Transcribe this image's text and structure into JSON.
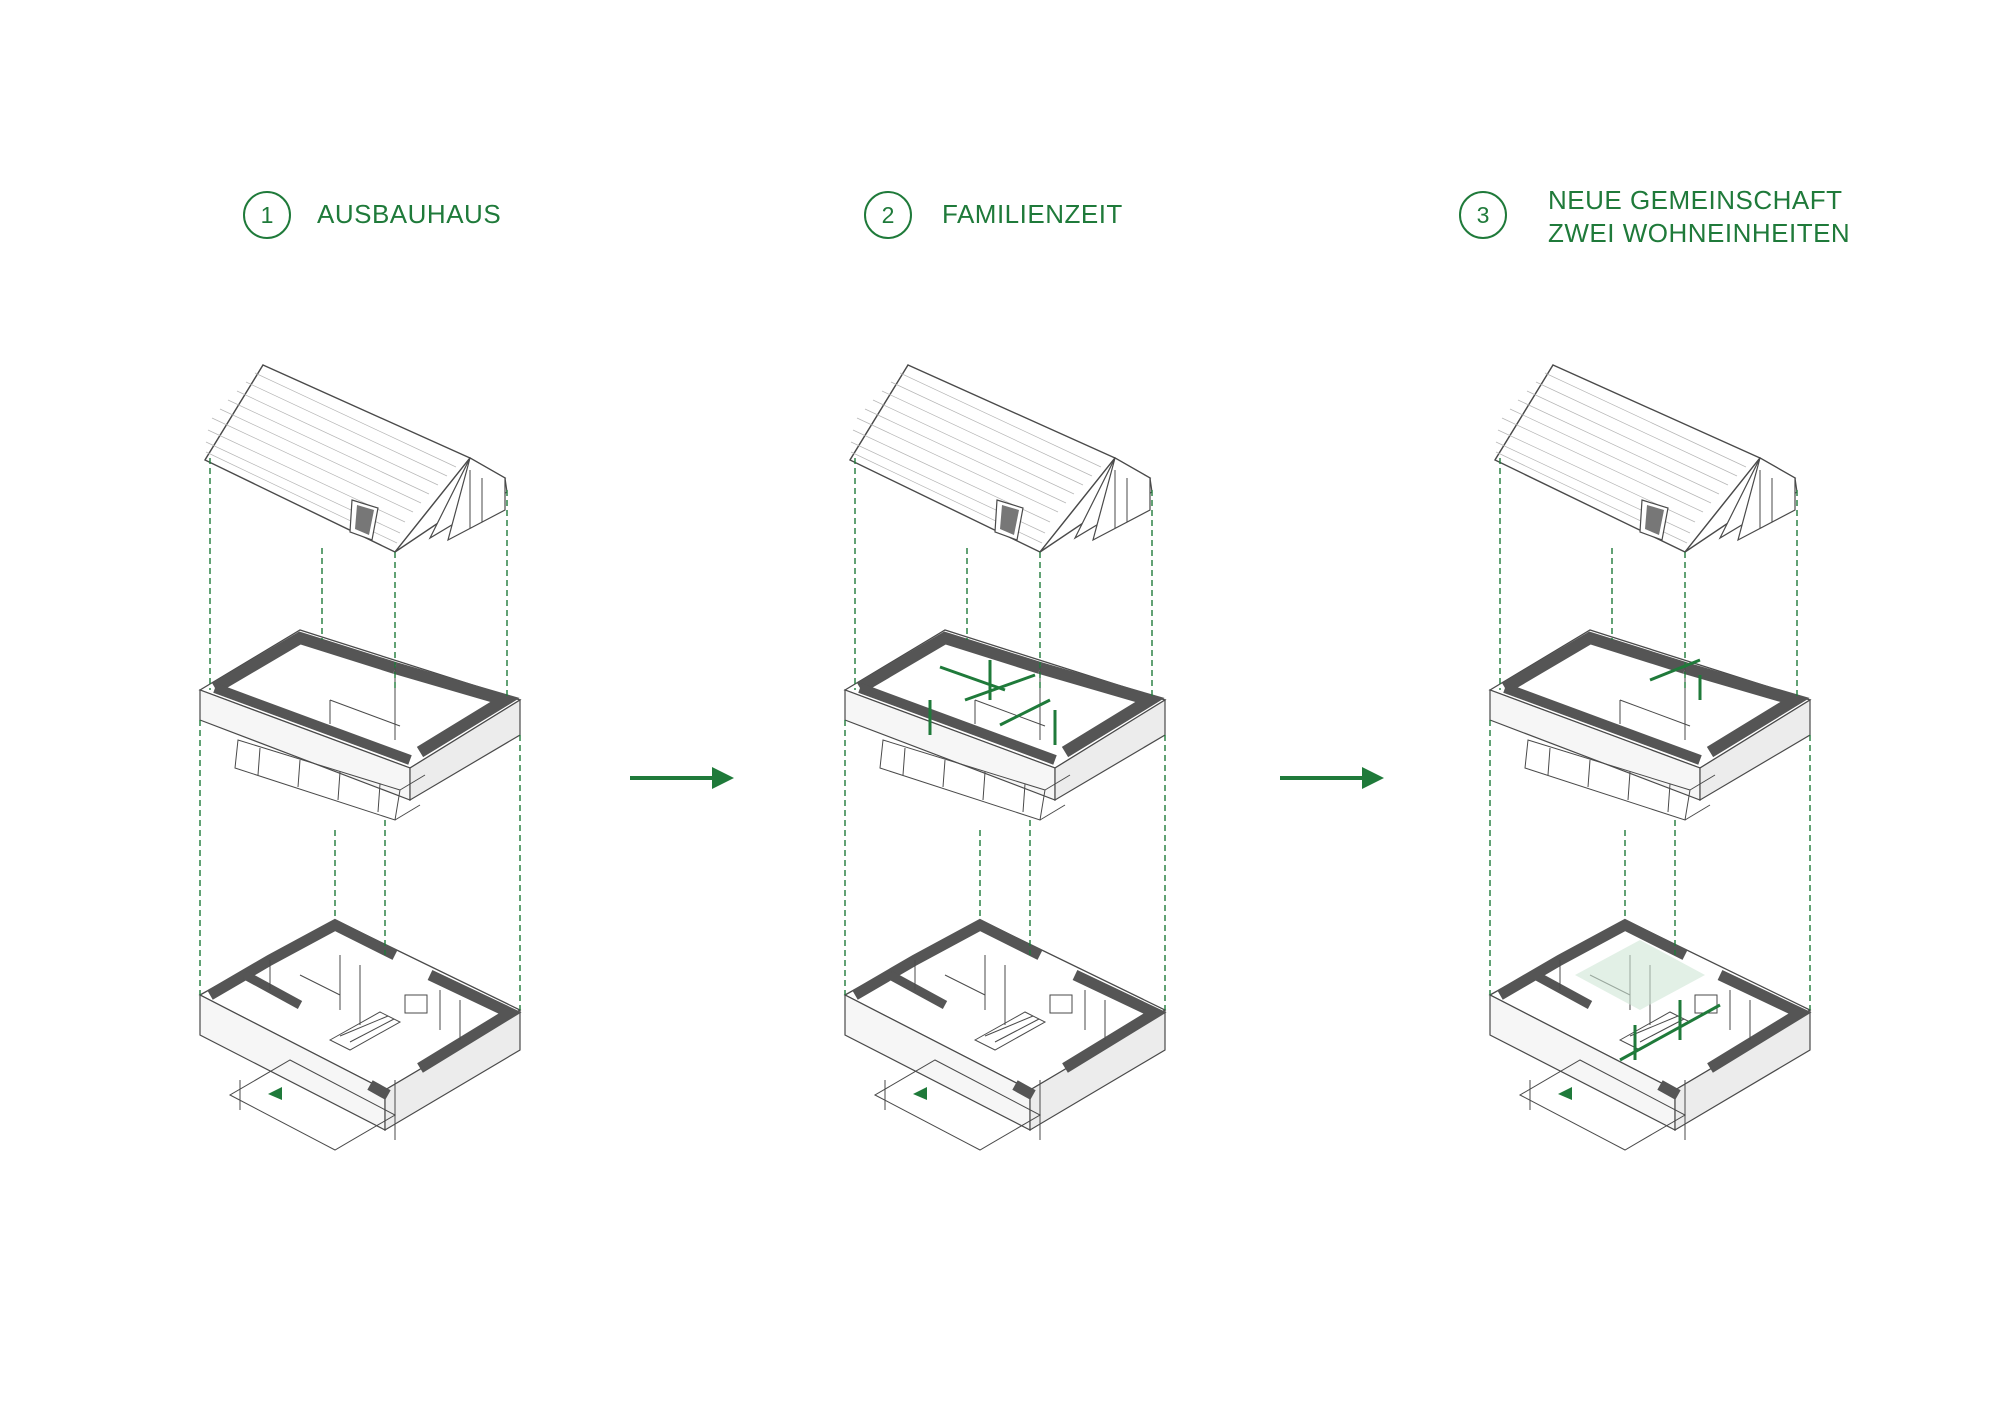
{
  "colors": {
    "accent": "#1f7a3a",
    "line": "#4a4a4a",
    "wall": "#555555",
    "glass": "#cfe6d6",
    "background": "#ffffff"
  },
  "steps": [
    {
      "number": "1",
      "label_lines": [
        "AUSBAUHAUS"
      ]
    },
    {
      "number": "2",
      "label_lines": [
        "FAMILIENZEIT"
      ]
    },
    {
      "number": "3",
      "label_lines": [
        "NEUE GEMEINSCHAFT",
        "ZWEI WOHNEINHEITEN"
      ]
    }
  ],
  "icons": {
    "arrow": "arrow-right-icon",
    "entrance": "entrance-marker-icon"
  }
}
